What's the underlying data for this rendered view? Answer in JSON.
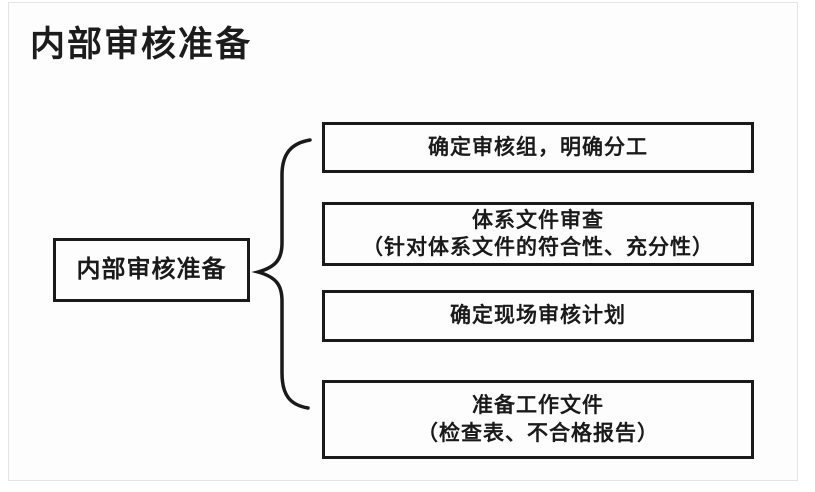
{
  "title": "内部审核准备",
  "diagram": {
    "root": {
      "label": "内部审核准备"
    },
    "branches": [
      {
        "line1": "确定审核组，明确分工"
      },
      {
        "line1": "体系文件审查",
        "line2": "（针对体系文件的符合性、充分性）"
      },
      {
        "line1": "确定现场审核计划"
      },
      {
        "line1": "准备工作文件",
        "line2": "（检查表、不合格报告）"
      }
    ]
  },
  "colors": {
    "line_and_text": "#1a1a1a",
    "box_background": "#fdfdfd",
    "card_border": "#e4e4e4"
  }
}
